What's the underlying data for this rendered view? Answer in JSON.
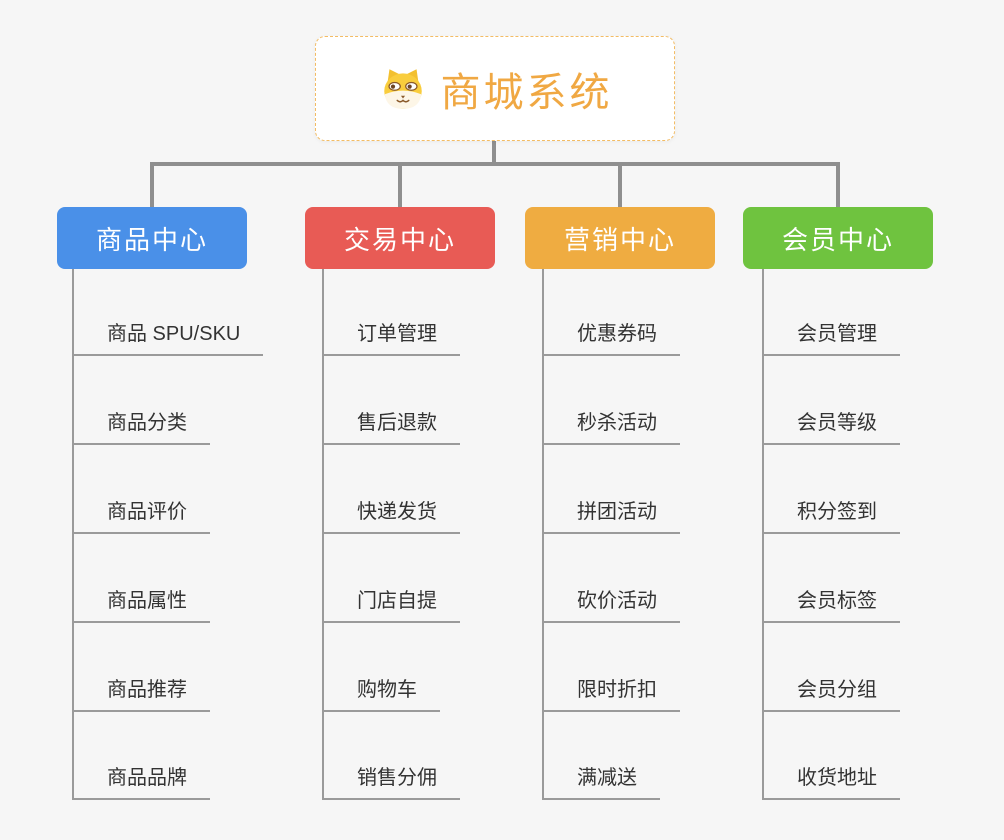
{
  "page": {
    "background_color": "#f6f6f6",
    "connector_color": "#8f8f8f",
    "leaf_line_color": "#9a9a9a"
  },
  "root": {
    "label": "商城系统",
    "icon": "shiba-dog-icon",
    "text_color": "#f0a843",
    "border_color": "#f3bc64",
    "background_color": "#ffffff"
  },
  "branches": [
    {
      "label": "商品中心",
      "color": "#4a90e8",
      "children": [
        "商品 SPU/SKU",
        "商品分类",
        "商品评价",
        "商品属性",
        "商品推荐",
        "商品品牌"
      ]
    },
    {
      "label": "交易中心",
      "color": "#e85b55",
      "children": [
        "订单管理",
        "售后退款",
        "快递发货",
        "门店自提",
        "购物车",
        "销售分佣"
      ]
    },
    {
      "label": "营销中心",
      "color": "#efac41",
      "children": [
        "优惠券码",
        "秒杀活动",
        "拼团活动",
        "砍价活动",
        "限时折扣",
        "满减送"
      ]
    },
    {
      "label": "会员中心",
      "color": "#6fc33f",
      "children": [
        "会员管理",
        "会员等级",
        "积分签到",
        "会员标签",
        "会员分组",
        "收货地址"
      ]
    }
  ]
}
